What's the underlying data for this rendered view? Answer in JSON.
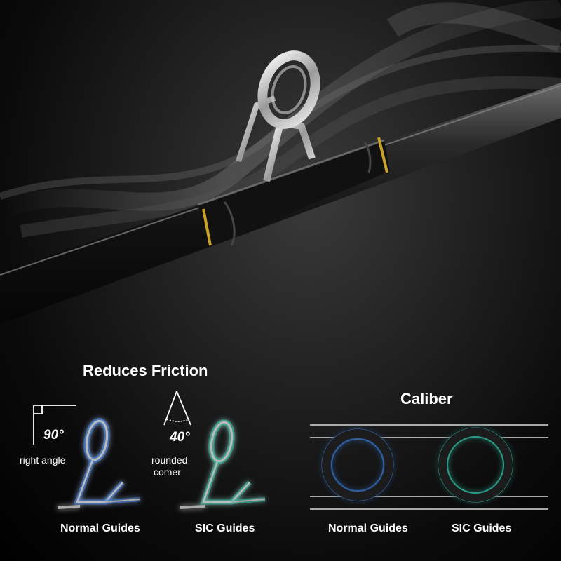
{
  "friction": {
    "title": "Reduces Friction",
    "normal": {
      "angle": "90°",
      "desc": "right angle",
      "caption": "Normal Guides"
    },
    "sic": {
      "angle": "40°",
      "desc_line1": "rounded",
      "desc_line2": "comer",
      "caption": "SIC Guides"
    }
  },
  "caliber": {
    "title": "Caliber",
    "normal_caption": "Normal Guides",
    "sic_caption": "SIC Guides"
  },
  "colors": {
    "normal_glow": "#3d7fd6",
    "sic_glow": "#2fb7a0",
    "gold_band": "#c9a227"
  }
}
